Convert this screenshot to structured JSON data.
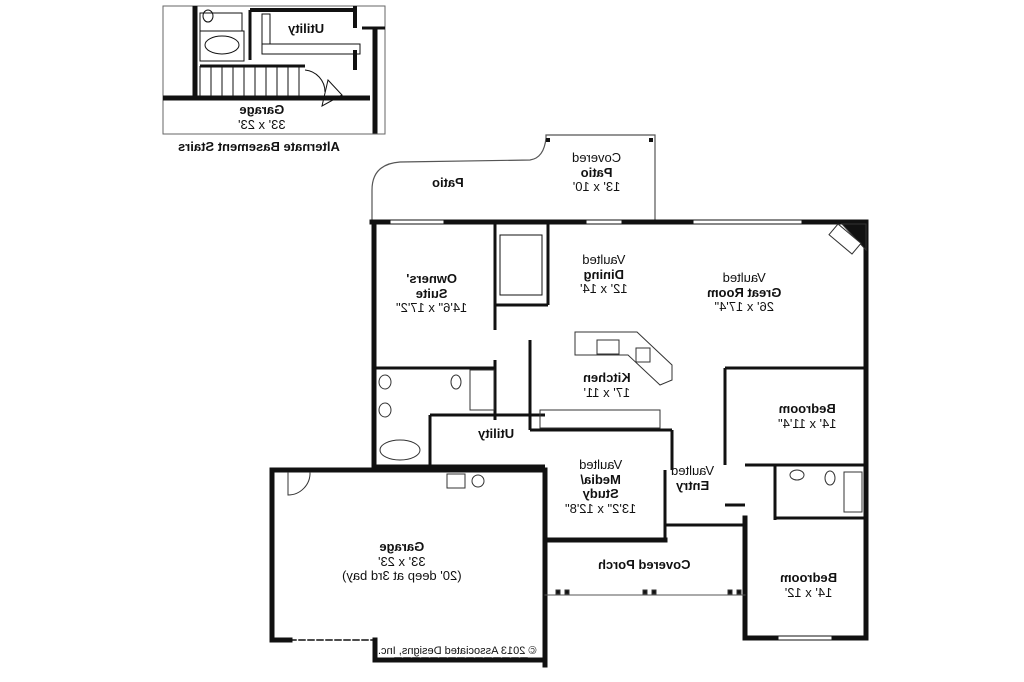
{
  "inset": {
    "caption": "Alternate Basement Stairs",
    "rooms": [
      {
        "id": "inset-utility",
        "name": "Utility",
        "dims": ""
      },
      {
        "id": "inset-garage",
        "name": "Garage",
        "dims": "33' x 23'"
      }
    ]
  },
  "rooms": {
    "patio": {
      "prefix": "",
      "name": "Patio",
      "dims": ""
    },
    "covered_patio": {
      "prefix": "Covered",
      "name": "Patio",
      "dims": "13' x 10'"
    },
    "owners_suite": {
      "prefix": "",
      "name": "Owners'\nSuite",
      "name_line1": "Owners'",
      "name_line2": "Suite",
      "dims": "14'6\" x 17'2\""
    },
    "dining": {
      "prefix": "Vaulted",
      "name": "Dining",
      "dims": "12' x 14'"
    },
    "great_room": {
      "prefix": "Vaulted",
      "name": "Great Room",
      "dims": "26' x 17'4\""
    },
    "kitchen": {
      "prefix": "",
      "name": "Kitchen",
      "dims": "17' x 11'"
    },
    "utility": {
      "prefix": "",
      "name": "Utility",
      "dims": ""
    },
    "bedroom_1": {
      "prefix": "",
      "name": "Bedroom",
      "dims": "14' x 11'4\""
    },
    "media_study": {
      "prefix": "Vaulted",
      "name_line1": "Media/",
      "name_line2": "Study",
      "dims": "13'2\" x 12'8\""
    },
    "entry": {
      "prefix": "Vaulted",
      "name": "Entry",
      "dims": ""
    },
    "garage": {
      "prefix": "",
      "name": "Garage",
      "dims": "33' x 23'",
      "note": "(20' deep at 3rd bay)"
    },
    "covered_porch": {
      "prefix": "",
      "name": "Covered Porch",
      "dims": ""
    },
    "bedroom_2": {
      "prefix": "",
      "name": "Bedroom",
      "dims": "14' x 12'"
    }
  },
  "copyright": "© 2013 Associated Designs, Inc.",
  "orientation": "mirrored-horizontally",
  "colors": {
    "wall": "#111111",
    "line": "#555555",
    "background": "#ffffff"
  }
}
